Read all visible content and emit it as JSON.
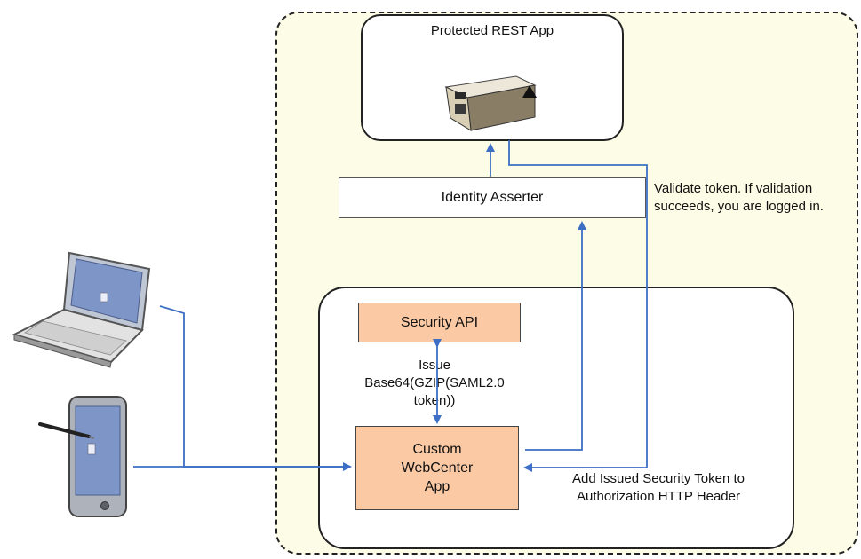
{
  "diagram": {
    "rest_app_title": "Protected REST App",
    "identity_asserter": "Identity Asserter",
    "validate_note": [
      "Validate token. If validation",
      "succeeds, you are logged in."
    ],
    "security_api": "Security API",
    "issue_note": [
      "Issue",
      "Base64(GZIP(SAML2.0",
      "token))"
    ],
    "custom_app": [
      "Custom",
      "WebCenter",
      "App"
    ],
    "add_token_note": [
      "Add Issued Security Token to",
      "Authorization HTTP Header"
    ]
  },
  "icons": {
    "server": "server-icon",
    "laptop": "laptop-icon",
    "tablet": "tablet-icon"
  },
  "colors": {
    "zone_fill": "#fdfce6",
    "component_fill": "#fbc9a4",
    "connector": "#3d6fc4"
  }
}
